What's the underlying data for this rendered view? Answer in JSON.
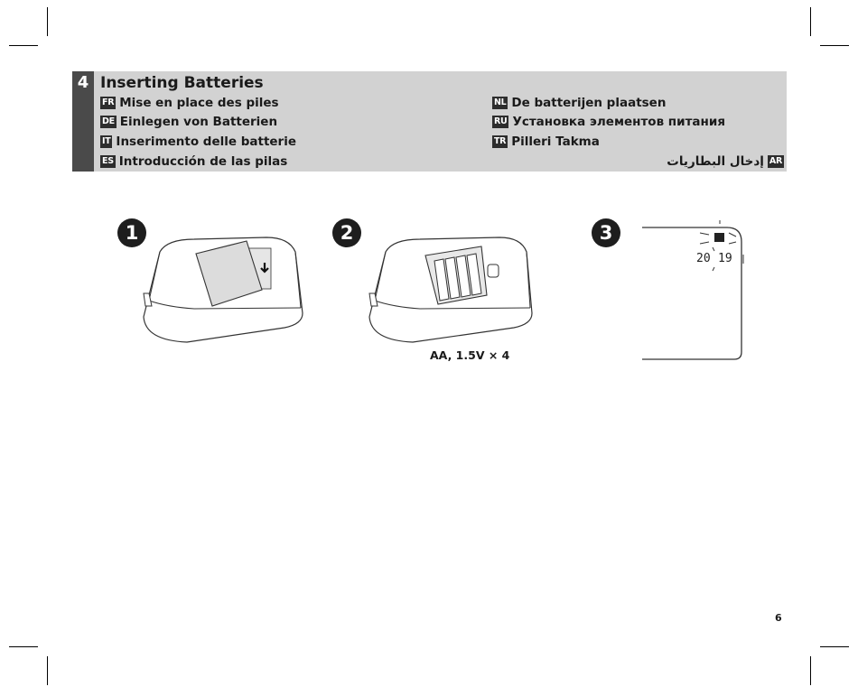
{
  "section": {
    "number": "4",
    "title": "Inserting Batteries",
    "languages_left": [
      {
        "code": "FR",
        "text": "Mise en place des piles"
      },
      {
        "code": "DE",
        "text": "Einlegen von Batterien"
      },
      {
        "code": "IT",
        "text": "Inserimento delle batterie"
      },
      {
        "code": "ES",
        "text": "Introducción de las pilas"
      }
    ],
    "languages_right": [
      {
        "code": "NL",
        "text": "De batterijen plaatsen"
      },
      {
        "code": "RU",
        "text": "Установка элементов питания"
      },
      {
        "code": "TR",
        "text": "Pilleri Takma"
      },
      {
        "code": "AR",
        "text": "إدخال البطاريات"
      }
    ]
  },
  "steps": [
    "1",
    "2",
    "3"
  ],
  "battery_spec": "AA, 1.5V × 4",
  "display": {
    "year_left": "20",
    "year_right": "19"
  },
  "page_number": "6",
  "colors": {
    "header_band": "#d2d2d2",
    "number_box": "#4a4a4a",
    "code_badge": "#2d2d2d"
  }
}
